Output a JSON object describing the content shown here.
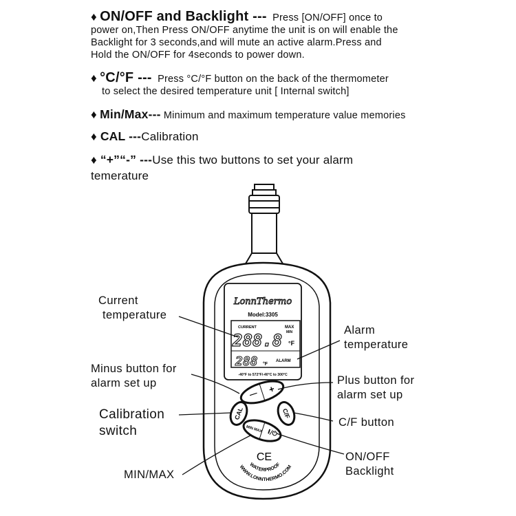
{
  "specs": [
    {
      "bullet": "♦",
      "heading": "ON/OFF and Backlight ---",
      "text": "Press [ON/OFF] once to",
      "cont": [
        "power on,Then Press ON/OFF anytime the unit is on will enable the",
        "Backlight for 3 seconds,and will mute an active alarm.Press and",
        "Hold the ON/OFF for 4seconds to power down."
      ]
    },
    {
      "bullet": "♦",
      "heading": "°C/°F ---",
      "text": "Press °C/°F button on the back of the thermometer",
      "cont": [
        "to select the desired temperature unit [ Internal switch]"
      ]
    },
    {
      "bullet": "♦",
      "heading": "Min/Max---",
      "text": "Minimum and maximum temperature  value memories"
    },
    {
      "bullet": "♦",
      "heading": "CAL ---",
      "text": "Calibration"
    },
    {
      "bullet": "♦",
      "heading": "“+”“-” ---",
      "text": "Use this two buttons to set your alarm",
      "cont": [
        "temerature"
      ]
    }
  ],
  "device": {
    "brand": "LonnThermo",
    "model": "Model:3305",
    "lcd_current": "CURRENT",
    "lcd_max": "MAX",
    "lcd_min": "MIN",
    "lcd_main_digits": "288.8",
    "lcd_main_unit": "°F",
    "lcd_alarm_digits": "288",
    "lcd_alarm_unit": "°F",
    "lcd_alarm_word": "ALARM",
    "range_text": "-40°F to 572°F/-40°C to 300°C",
    "btn_minus": "—",
    "btn_plus": "+",
    "btn_cal": "CAL",
    "btn_cf": "C/F",
    "btn_minmax": "MIN MAX",
    "btn_onoff": "I/⏻",
    "ce_mark": "CE",
    "waterproof": "WATERPROOF",
    "website": "WWW.LONNTHERMO.COM"
  },
  "labels": {
    "current_temp": [
      "Current",
      "temperature"
    ],
    "alarm_temp": [
      "Alarm",
      "temperature"
    ],
    "minus_button": [
      "Minus button for",
      "alarm set up"
    ],
    "plus_button": [
      "Plus button for",
      "alarm set up"
    ],
    "calibration": [
      "Calibration",
      "switch"
    ],
    "cf_button": "C/F button",
    "onoff": [
      "ON/OFF",
      "Backlight"
    ],
    "minmax": "MIN/MAX"
  }
}
